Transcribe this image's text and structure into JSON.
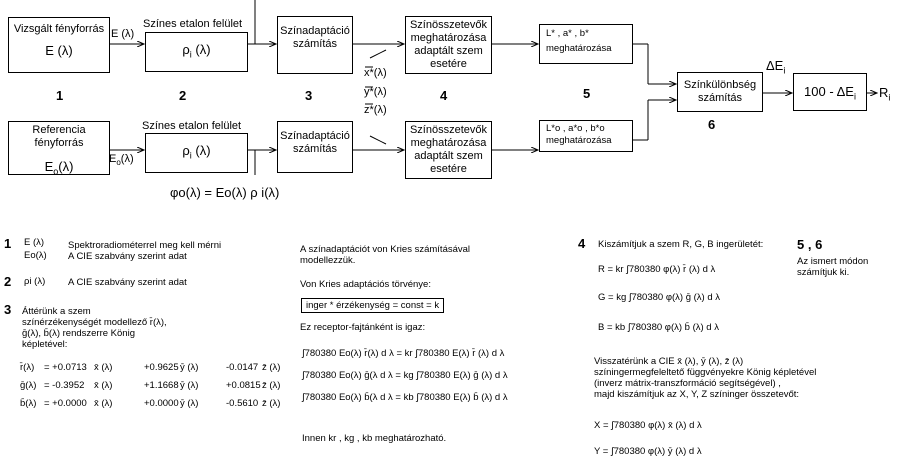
{
  "diagram": {
    "top": {
      "source": "Vizsgált fényforrás",
      "source_sym": "E (λ)",
      "arrow1": "E (λ)",
      "etalon": "Színes etalon felület",
      "rho": "ρ",
      "rho_sub": "i",
      "rho_arg": "(λ)",
      "adapt": "Színadaptáció számítás",
      "cone": "Színösszetevők meghatározása adaptált szem esetére",
      "lab": "L*  , a* , b*",
      "lab2": "meghatározása"
    },
    "bottom": {
      "source": "Referencia fényforrás",
      "source_sym": "E",
      "source_sub": "o",
      "source_arg": "(λ)",
      "arrow1": "E",
      "arrow1_sub": "o",
      "arrow1_arg": "(λ)",
      "etalon": "Színes etalon felület",
      "rho": "ρ",
      "rho_sub": "i",
      "rho_arg": "(λ)",
      "adapt": "Színadaptáció számítás",
      "cone": "Színösszetevők meghatározása adaptált szem esetére",
      "lab": "L*o , a*o , b*o",
      "lab2": "meghatározása"
    },
    "xyz": [
      "x*(λ)",
      "y*(λ)",
      "z*(λ)"
    ],
    "diff": "Színkülönbség számítás",
    "delta": "ΔE",
    "delta_sub": "i",
    "final": "100 - ΔE",
    "final_sub": "i",
    "ri": "R",
    "ri_sub": "i",
    "numbers": [
      "1",
      "2",
      "3",
      "4",
      "5",
      "6"
    ],
    "phi_formula": "φo(λ) = Eo(λ) ρ i(λ)"
  },
  "notes": {
    "n1_num": "1",
    "n1_sym": "E (λ)",
    "n1_text": "Spektroradiométerrel meg kell mérni",
    "n1b_sym": "Eo(λ)",
    "n1b_text": "A CIE szabvány szerint adat",
    "n2_num": "2",
    "n2_sym": "ρi (λ)",
    "n2_text": "A CIE szabvány szerint adat",
    "n3_num": "3",
    "n3_text": [
      "Áttérünk a szem",
      "színérzékenységét modellező r̄(λ),",
      "ḡ(λ), b̄(λ) rendszerre König",
      "képletével:"
    ],
    "n3_rows": [
      {
        "lhs": "r̄(λ)",
        "a": "= +0.0713",
        "b": "+0.9625",
        "c": "-0.0147"
      },
      {
        "lhs": "ḡ(λ)",
        "a": "= -0.3952",
        "b": "+1.1668",
        "c": "+0.0815"
      },
      {
        "lhs": "b̄(λ)",
        "a": "= +0.0000",
        "b": "+0.0000",
        "c": "-0.5610"
      }
    ],
    "n3_vars": [
      "x̄ (λ)",
      "ȳ (λ)",
      "z̄ (λ)"
    ]
  },
  "middle": {
    "p1": "A színadaptációt von Kries számításával modellezzük.",
    "p2": "Von Kries adaptációs törvénye:",
    "law": "inger * érzékenység = const = k",
    "p3": "Ez receptor-fajtánként is igaz:",
    "eqs": [
      "∫780380 Eo(λ) r̄(λ) d λ  =   kr ∫780380 E(λ) r̄  (λ)  d λ",
      "∫780380 Eo(λ) ḡ(λ d λ  =   kg ∫780380 E(λ) ḡ  (λ)  d λ",
      "∫780380 Eo(λ) b̄(λ  d λ   =   kb ∫780380 E(λ) b̄  (λ)  d λ"
    ],
    "p4": "Innen  kr , kg , kb  meghatározható."
  },
  "right": {
    "n4_num": "4",
    "n4_text": "Kiszámítjuk a szem R, G, B ingerületét:",
    "n56_num": "5 , 6",
    "n56_text": "Az ismert módon számítjuk ki.",
    "r_eq": "R =  kr ∫780380 φ(λ) r̄  (λ)  d λ",
    "g_eq": "G =  kg ∫780380 φ(λ) ḡ  (λ)  d λ",
    "b_eq": "B =  kb ∫780380 φ(λ) b̄  (λ)  d λ",
    "back": [
      "Visszatérünk a CIE    x̄ (λ), ȳ (λ), z̄ (λ)",
      "színingermegfeleltető függvényekre König képletével",
      "(inverz  mátrix-transzformáció segítségével) ,",
      "majd kiszámítjuk az X, Y, Z  színinger összetevőt:"
    ],
    "x_eq": "X = ∫780380 φ(λ) x̄ (λ) d λ",
    "y_eq": "Y = ∫780380 φ(λ) ȳ (λ) d λ"
  }
}
